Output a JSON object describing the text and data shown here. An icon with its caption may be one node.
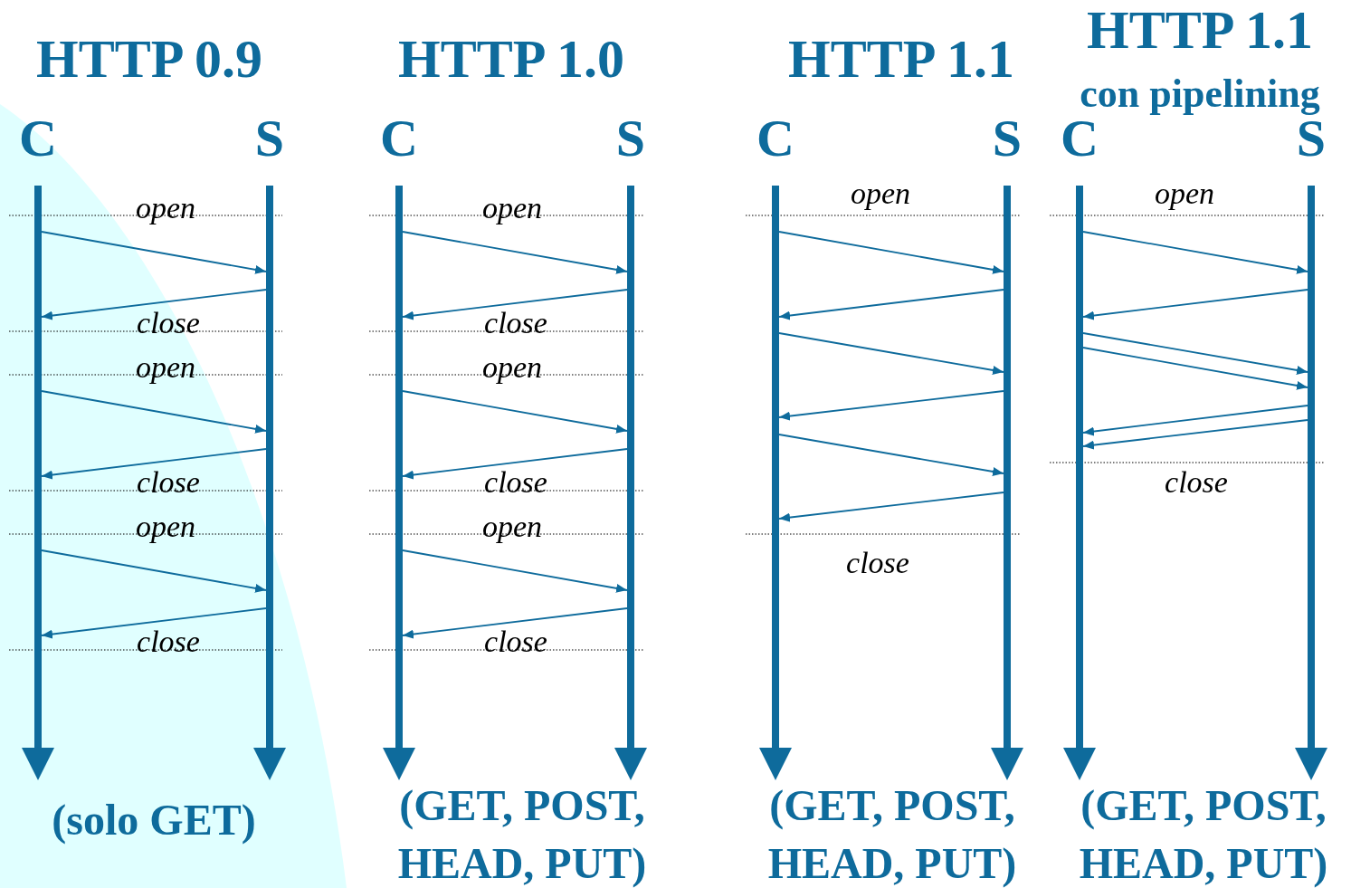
{
  "diagram": {
    "nodes": [
      {
        "text": [
          "C"
        ]
      },
      {
        "text": [
          "S"
        ]
      },
      {
        "text": [
          "C"
        ]
      },
      {
        "text": [
          "S"
        ]
      },
      {
        "text": [
          "C"
        ]
      },
      {
        "text": [
          "S"
        ]
      },
      {
        "text": [
          "C"
        ]
      },
      {
        "text": [
          "S"
        ]
      }
    ],
    "edges": [
      {
        "from": 0,
        "to": 1,
        "arrow": "to"
      },
      {
        "from": 1,
        "to": 0,
        "arrow": "to"
      },
      {
        "from": 0,
        "to": 1,
        "arrow": "to"
      },
      {
        "from": 1,
        "to": 0,
        "arrow": "to"
      },
      {
        "from": 0,
        "to": 1,
        "arrow": "to"
      },
      {
        "from": 1,
        "to": 0,
        "arrow": "to"
      },
      {
        "from": 2,
        "to": 3,
        "arrow": "to"
      },
      {
        "from": 3,
        "to": 2,
        "arrow": "to"
      },
      {
        "from": 2,
        "to": 3,
        "arrow": "to"
      },
      {
        "from": 3,
        "to": 2,
        "arrow": "to"
      },
      {
        "from": 2,
        "to": 3,
        "arrow": "to"
      },
      {
        "from": 3,
        "to": 2,
        "arrow": "to"
      },
      {
        "from": 4,
        "to": 5,
        "arrow": "to"
      },
      {
        "from": 5,
        "to": 4,
        "arrow": "to"
      },
      {
        "from": 4,
        "to": 5,
        "arrow": "to"
      },
      {
        "from": 5,
        "to": 4,
        "arrow": "to"
      },
      {
        "from": 4,
        "to": 5,
        "arrow": "to"
      },
      {
        "from": 5,
        "to": 4,
        "arrow": "to"
      },
      {
        "from": 6,
        "to": 7,
        "arrow": "to"
      },
      {
        "from": 7,
        "to": 6,
        "arrow": "to"
      },
      {
        "from": 6,
        "to": 7,
        "arrow": "to"
      },
      {
        "from": 6,
        "to": 7,
        "arrow": "to"
      },
      {
        "from": 7,
        "to": 6,
        "arrow": "to"
      },
      {
        "from": 7,
        "to": 6,
        "arrow": "to"
      }
    ],
    "labels": [
      "HTTP 0.9",
      "open",
      "close",
      "open",
      "close",
      "open",
      "close",
      "(solo GET)",
      "HTTP 1.0",
      "open",
      "close",
      "open",
      "close",
      "open",
      "close",
      "(GET, POST, HEAD, PUT)",
      "HTTP 1.1",
      "open",
      "close",
      "(GET, POST, HEAD, PUT)",
      "HTTP 1.1",
      "con pipelining",
      "open",
      "close",
      "(GET, POST, HEAD, PUT)"
    ]
  }
}
